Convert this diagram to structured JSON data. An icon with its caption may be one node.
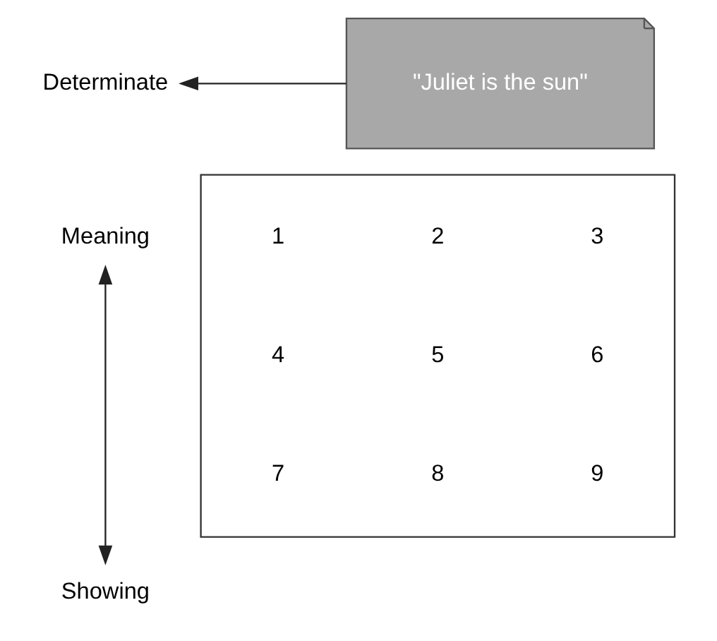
{
  "diagram": {
    "nodes": [
      {
        "text": [
          "\"Juliet is the sun\""
        ]
      },
      {
        "text": [
          "Determinate"
        ]
      },
      {
        "text": [
          "Meaning"
        ]
      },
      {
        "text": [
          "Showing"
        ]
      },
      {
        "text": [],
        "shape": "box"
      },
      {
        "text": [
          "1"
        ],
        "in": 4
      },
      {
        "text": [
          "2"
        ],
        "in": 4
      },
      {
        "text": [
          "3"
        ],
        "in": 4
      },
      {
        "text": [
          "4"
        ],
        "in": 4
      },
      {
        "text": [
          "5"
        ],
        "in": 4
      },
      {
        "text": [
          "6"
        ],
        "in": 4
      },
      {
        "text": [
          "7"
        ],
        "in": 4
      },
      {
        "text": [
          "8"
        ],
        "in": 4
      },
      {
        "text": [
          "9"
        ],
        "in": 4
      }
    ],
    "edges": [
      {
        "from": 0,
        "to": 1,
        "arrow": "to"
      },
      {
        "from": 2,
        "to": 3,
        "arrow": "both"
      }
    ]
  }
}
